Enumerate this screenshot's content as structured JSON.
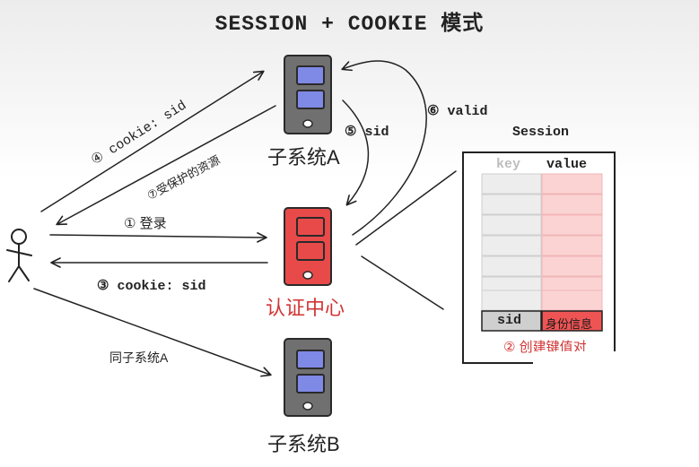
{
  "title": "SESSION + COOKIE 模式",
  "nodes": {
    "system_a": "子系统A",
    "auth_center": "认证中心",
    "system_b": "子系统B"
  },
  "edges": {
    "login": "① 登录",
    "set_cookie": "③ cookie: sid",
    "cookie_to_a": "④ cookie: sid",
    "protected_resource": "⑦受保护的资源",
    "sid_to_auth": "⑤ sid",
    "valid": "⑥ valid",
    "same_as_a": "同子系统A"
  },
  "session_table": {
    "title": "Session",
    "col_key": "key",
    "col_value": "value",
    "key_cell": "sid",
    "value_cell": "身份信息",
    "caption": "② 创建键值对"
  },
  "colors": {
    "device_body": "#707070",
    "device_outline": "#2a2a2a",
    "device_screen": "#7f89e6",
    "auth_body": "#e84a4a",
    "auth_accent": "#d23434",
    "value_cell": "#fbd3d3",
    "value_cell_highlight": "#ef5454",
    "key_cell": "#ededed",
    "key_cell_highlight": "#cfcfcf",
    "ink": "#222222"
  },
  "icons": [
    "stick-figure-user-icon",
    "mobile-device-icon"
  ]
}
